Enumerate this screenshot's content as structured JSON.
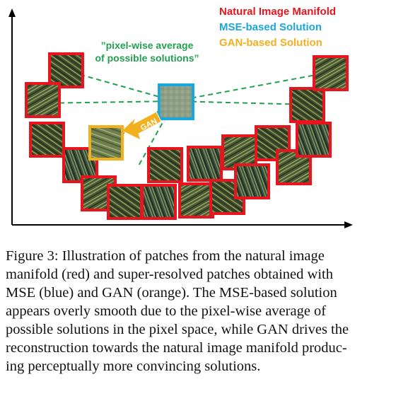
{
  "legend": {
    "natural": {
      "label": "Natural Image Manifold",
      "color": "#e8141e"
    },
    "mse": {
      "label": "MSE-based Solution",
      "color": "#1aa7dc"
    },
    "gan": {
      "label": "GAN-based Solution",
      "color": "#f2b01e"
    }
  },
  "annotation": {
    "line1": "”pixel-wise average",
    "line2": "of possible solutions”",
    "color": "#22a050"
  },
  "arrow_label": "GAN",
  "caption": {
    "lines": [
      "Figure 3:  Illustration of patches from the natural image",
      "manifold (red) and super-resolved patches obtained with",
      "MSE (blue) and GAN (orange).  The MSE-based solution",
      "appears overly smooth due to the pixel-wise average of",
      "possible solutions in the pixel space, while GAN drives the",
      "reconstruction towards the natural image manifold produc-",
      "ing perceptually more convincing solutions."
    ]
  }
}
